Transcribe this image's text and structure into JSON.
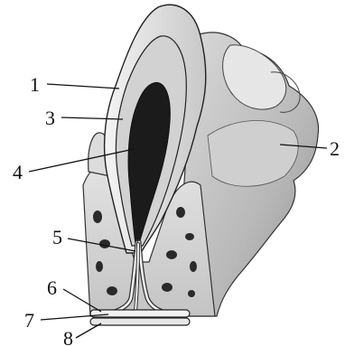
{
  "labels": {
    "l1": "1",
    "l2": "2",
    "l3": "3",
    "l4": "4",
    "l5": "5",
    "l6": "6",
    "l7": "7",
    "l8": "8"
  },
  "colors": {
    "stroke": "#222222",
    "enamel": "#e9e9e9",
    "dentin": "#cfcfcf",
    "pulp": "#1b1b1b",
    "gum": "#bdbdbd",
    "bone": "#d8d8d8",
    "bone_holes": "#2a2a2a",
    "background": "#ffffff"
  }
}
